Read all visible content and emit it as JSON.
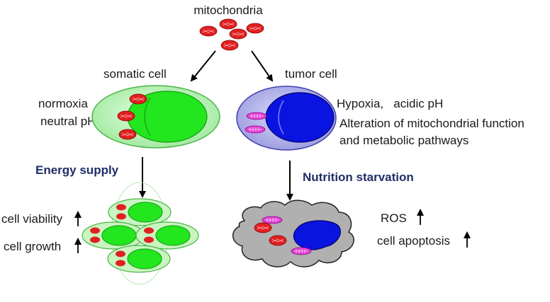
{
  "top_label": "mitochondria",
  "somatic": {
    "title": "somatic cell",
    "conditions": [
      "normoxia",
      "neutral pH"
    ],
    "process": "Energy supply",
    "outcomes": [
      "cell viability",
      "cell growth"
    ]
  },
  "tumor": {
    "title": "tumor cell",
    "conditions": [
      "Hypoxia,   acidic pH",
      "Alteration of mitochondrial function",
      "and metabolic pathways"
    ],
    "process": "Nutrition starvation",
    "outcomes": [
      "ROS",
      "cell apoptosis"
    ]
  },
  "colors": {
    "mitochondria": "#e02020",
    "somatic_cell": "#c8f5c0",
    "somatic_nucleus": "#22e61e",
    "tumor_cell": "#b8b8ec",
    "tumor_nucleus": "#0a14e0",
    "damaged_mitochondria": "#e040d0",
    "apoptotic_cell": "#b0b0b0",
    "process_text": "#1f2e66"
  }
}
